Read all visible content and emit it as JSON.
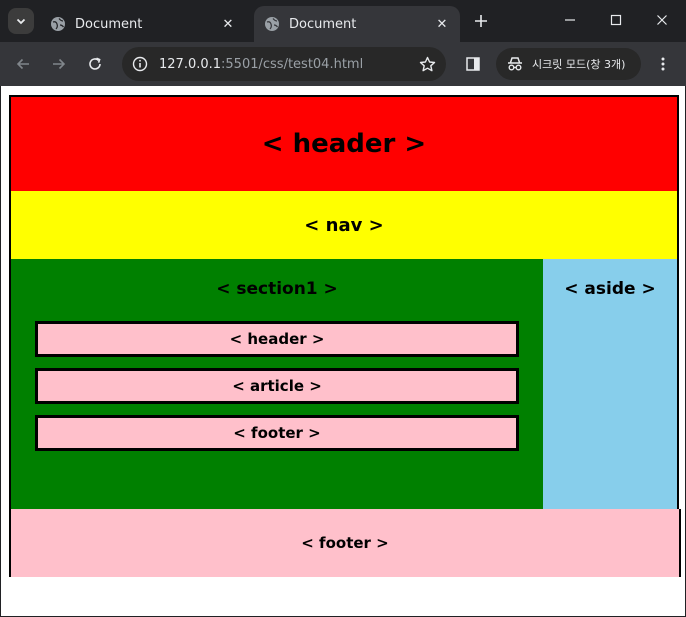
{
  "browser": {
    "tabs": [
      {
        "title": "Document",
        "active": false
      },
      {
        "title": "Document",
        "active": true
      }
    ],
    "address": {
      "host": "127.0.0.1",
      "path": ":5501/css/test04.html"
    },
    "incognito_label": "시크릿 모드(창 3개)"
  },
  "page": {
    "header": "< header >",
    "nav": "< nav >",
    "section_title": "< section1 >",
    "section_items": [
      "< header >",
      "< article >",
      "< footer >"
    ],
    "aside": "< aside >",
    "footer": "< footer >"
  },
  "colors": {
    "header": "#ff0000",
    "nav": "#ffff00",
    "section": "#008000",
    "aside": "#87ceeb",
    "footer": "#ffc0cb",
    "inner_box": "#ffc0cb"
  }
}
